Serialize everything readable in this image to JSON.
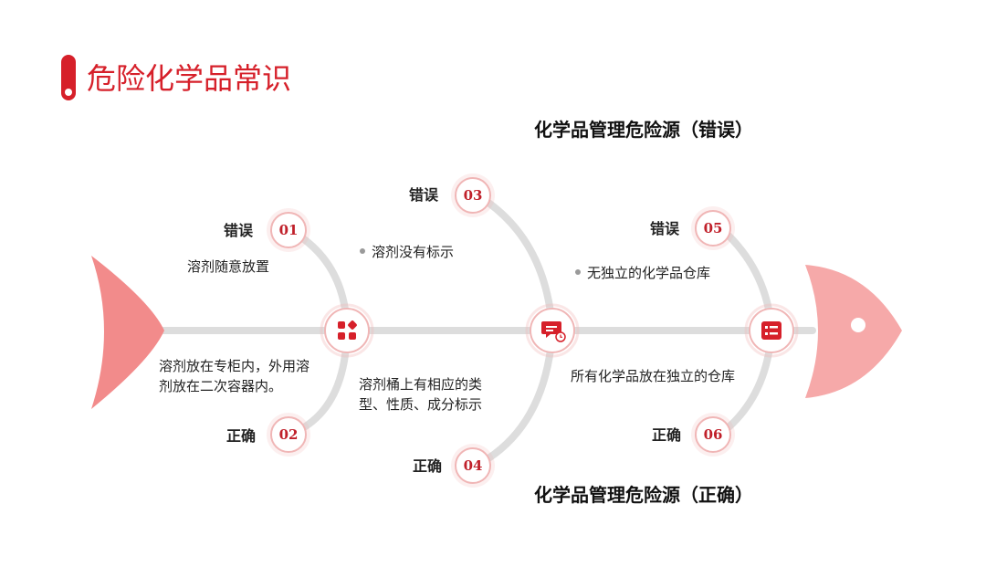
{
  "title": "危险化学品常识",
  "headings": {
    "error": "化学品管理危险源（错误）",
    "correct": "化学品管理危险源（正确）"
  },
  "points": [
    {
      "num": "01",
      "tag": "错误",
      "text": "溶剂随意放置"
    },
    {
      "num": "02",
      "tag": "正确",
      "text": "溶剂放在专柜内，外用溶剂放在二次容器内。"
    },
    {
      "num": "03",
      "tag": "错误",
      "text": "溶剂没有标示"
    },
    {
      "num": "04",
      "tag": "正确",
      "text": "溶剂桶上有相应的类型、性质、成分标示"
    },
    {
      "num": "05",
      "tag": "错误",
      "text": "无独立的化学品仓库"
    },
    {
      "num": "06",
      "tag": "正确",
      "text": "所有化学品放在独立的仓库"
    }
  ],
  "icons": [
    "grid-apps-icon",
    "chat-clock-icon",
    "checklist-icon"
  ],
  "colors": {
    "accent": "#d6202a",
    "bone": "#dddddd",
    "fin": "#f28b8b",
    "tail": "#f6a9a9"
  }
}
